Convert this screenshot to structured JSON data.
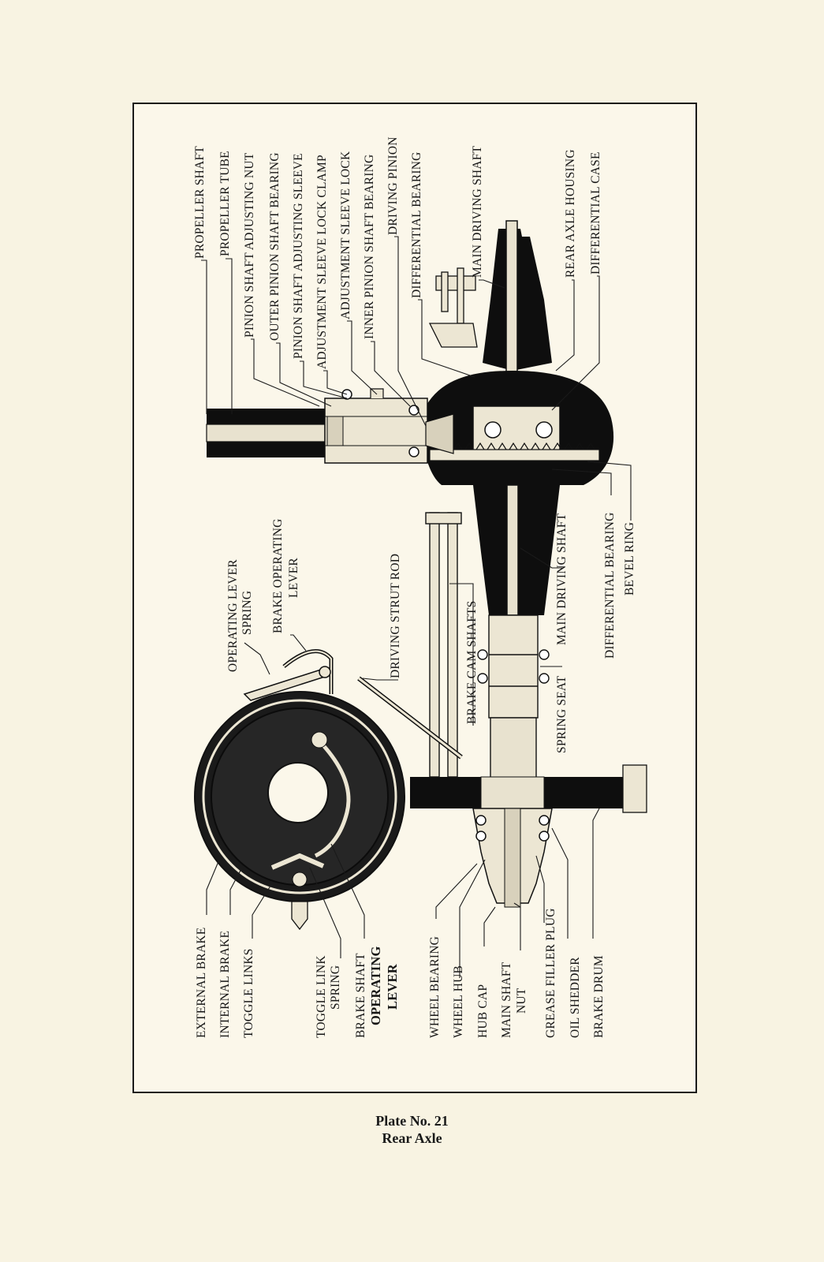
{
  "caption": {
    "plate_number": "Plate No. 21",
    "title": "Rear Axle"
  },
  "labels": {
    "propeller_shaft": "PROPELLER SHAFT",
    "propeller_tube": "PROPELLER TUBE",
    "pinion_shaft_adjusting_nut": "PINION SHAFT ADJUSTING NUT",
    "outer_pinion_shaft_bearing": "OUTER PINION SHAFT BEARING",
    "pinion_shaft_adjusting_sleeve": "PINION SHAFT ADJUSTING SLEEVE",
    "adjustment_sleeve_lock_clamp": "ADJUSTMENT SLEEVE LOCK CLAMP",
    "adjustment_sleeve_lock": "ADJUSTMENT SLEEVE LOCK",
    "inner_pinion_shaft_bearing": "INNER PINION SHAFT BEARING",
    "driving_pinion": "DRIVING PINION",
    "differential_bearing_top": "DIFFERENTIAL BEARING",
    "main_driving_shaft_top": "MAIN DRIVING SHAFT",
    "rear_axle_housing": "REAR AXLE HOUSING",
    "differential_case": "DIFFERENTIAL CASE",
    "operating_lever_spring_1": "OPERATING LEVER",
    "operating_lever_spring_2": "SPRING",
    "brake_operating_lever_1": "BRAKE OPERATING",
    "brake_operating_lever_2": "LEVER",
    "driving_strut_rod": "DRIVING STRUT ROD",
    "brake_cam_shafts": "BRAKE CAM SHAFTS",
    "main_driving_shaft_mid": "MAIN DRIVING SHAFT",
    "spring_seat": "SPRING SEAT",
    "differential_bearing_bottom": "DIFFERENTIAL BEARING",
    "bevel_ring": "BEVEL RING",
    "external_brake": "EXTERNAL BRAKE",
    "internal_brake": "INTERNAL BRAKE",
    "toggle_links": "TOGGLE LINKS",
    "toggle_link_spring_1": "TOGGLE LINK",
    "toggle_link_spring_2": "SPRING",
    "brake_shaft_operating_lever_1": "BRAKE SHAFT",
    "brake_shaft_operating_lever_2": "OPERATING",
    "brake_shaft_operating_lever_3": "LEVER",
    "wheel_bearing": "WHEEL BEARING",
    "wheel_hub": "WHEEL HUB",
    "hub_cap": "HUB CAP",
    "main_shaft_nut_1": "MAIN SHAFT",
    "main_shaft_nut_2": "NUT",
    "grease_filler_plug": "GREASE FILLER PLUG",
    "oil_shedder": "OIL SHEDDER",
    "brake_drum": "BRAKE DRUM"
  },
  "colors": {
    "paper": "#f8f3e2",
    "ink": "#161616"
  }
}
